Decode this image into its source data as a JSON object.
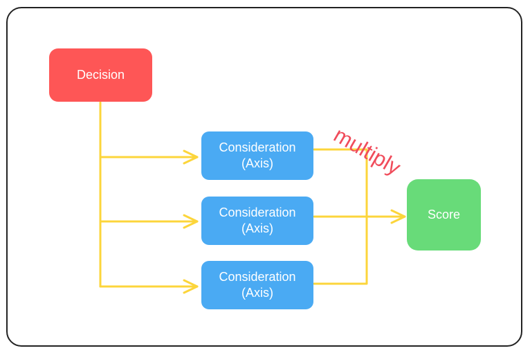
{
  "decision": {
    "label": "Decision"
  },
  "considerations": [
    {
      "label": "Consideration\n(Axis)"
    },
    {
      "label": "Consideration\n(Axis)"
    },
    {
      "label": "Consideration\n(Axis)"
    }
  ],
  "score": {
    "label": "Score"
  },
  "operation": {
    "label": "multiply"
  },
  "colors": {
    "decision": "#fe5656",
    "consideration": "#4aaaf3",
    "score": "#68db79",
    "connector": "#fcd53b",
    "annotation": "#f04c5b"
  }
}
